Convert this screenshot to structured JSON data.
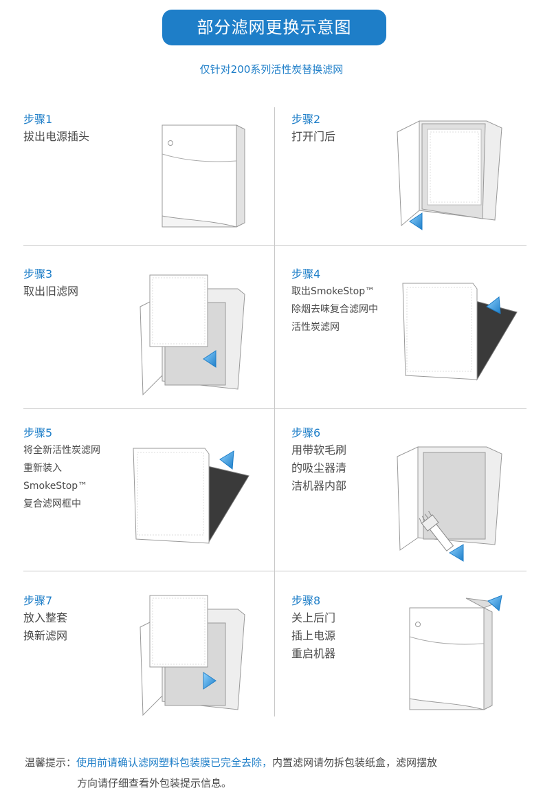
{
  "header": {
    "title": "部分滤网更换示意图",
    "subtitle": "仅针对200系列活性炭替换滤网"
  },
  "steps": [
    {
      "title": "步骤1",
      "lines": [
        "拔出电源插头"
      ]
    },
    {
      "title": "步骤2",
      "lines": [
        "打开门后"
      ]
    },
    {
      "title": "步骤3",
      "lines": [
        "取出旧滤网"
      ]
    },
    {
      "title": "步骤4",
      "lines": [
        "取出SmokeStop™",
        "除烟去味复合滤网中",
        "活性炭滤网"
      ]
    },
    {
      "title": "步骤5",
      "lines": [
        "将全新活性炭滤网",
        "重新装入",
        "SmokeStop™",
        "复合滤网框中"
      ]
    },
    {
      "title": "步骤6",
      "lines": [
        "用带软毛刷",
        "的吸尘器清",
        "洁机器内部"
      ]
    },
    {
      "title": "步骤7",
      "lines": [
        "放入整套",
        "换新滤网"
      ]
    },
    {
      "title": "步骤8",
      "lines": [
        "关上后门",
        "插上电源",
        "重启机器"
      ]
    }
  ],
  "footer": {
    "label": "温馨提示：",
    "highlight": "使用前请确认滤网塑料包装膜已完全去除，",
    "rest": "内置滤网请勿拆包装纸盒，滤网摆放",
    "line2": "方向请仔细查看外包装提示信息。"
  },
  "colors": {
    "accent": "#1e7ec8",
    "arrow": "#3fa9e6",
    "text": "#4a4a4a",
    "divider": "#c8c8c8"
  },
  "icons": [
    "purifier-front-icon",
    "open-door-icon",
    "filter-panel-icon",
    "carbon-filter-icon",
    "vacuum-brush-icon",
    "direction-arrow-icon"
  ]
}
